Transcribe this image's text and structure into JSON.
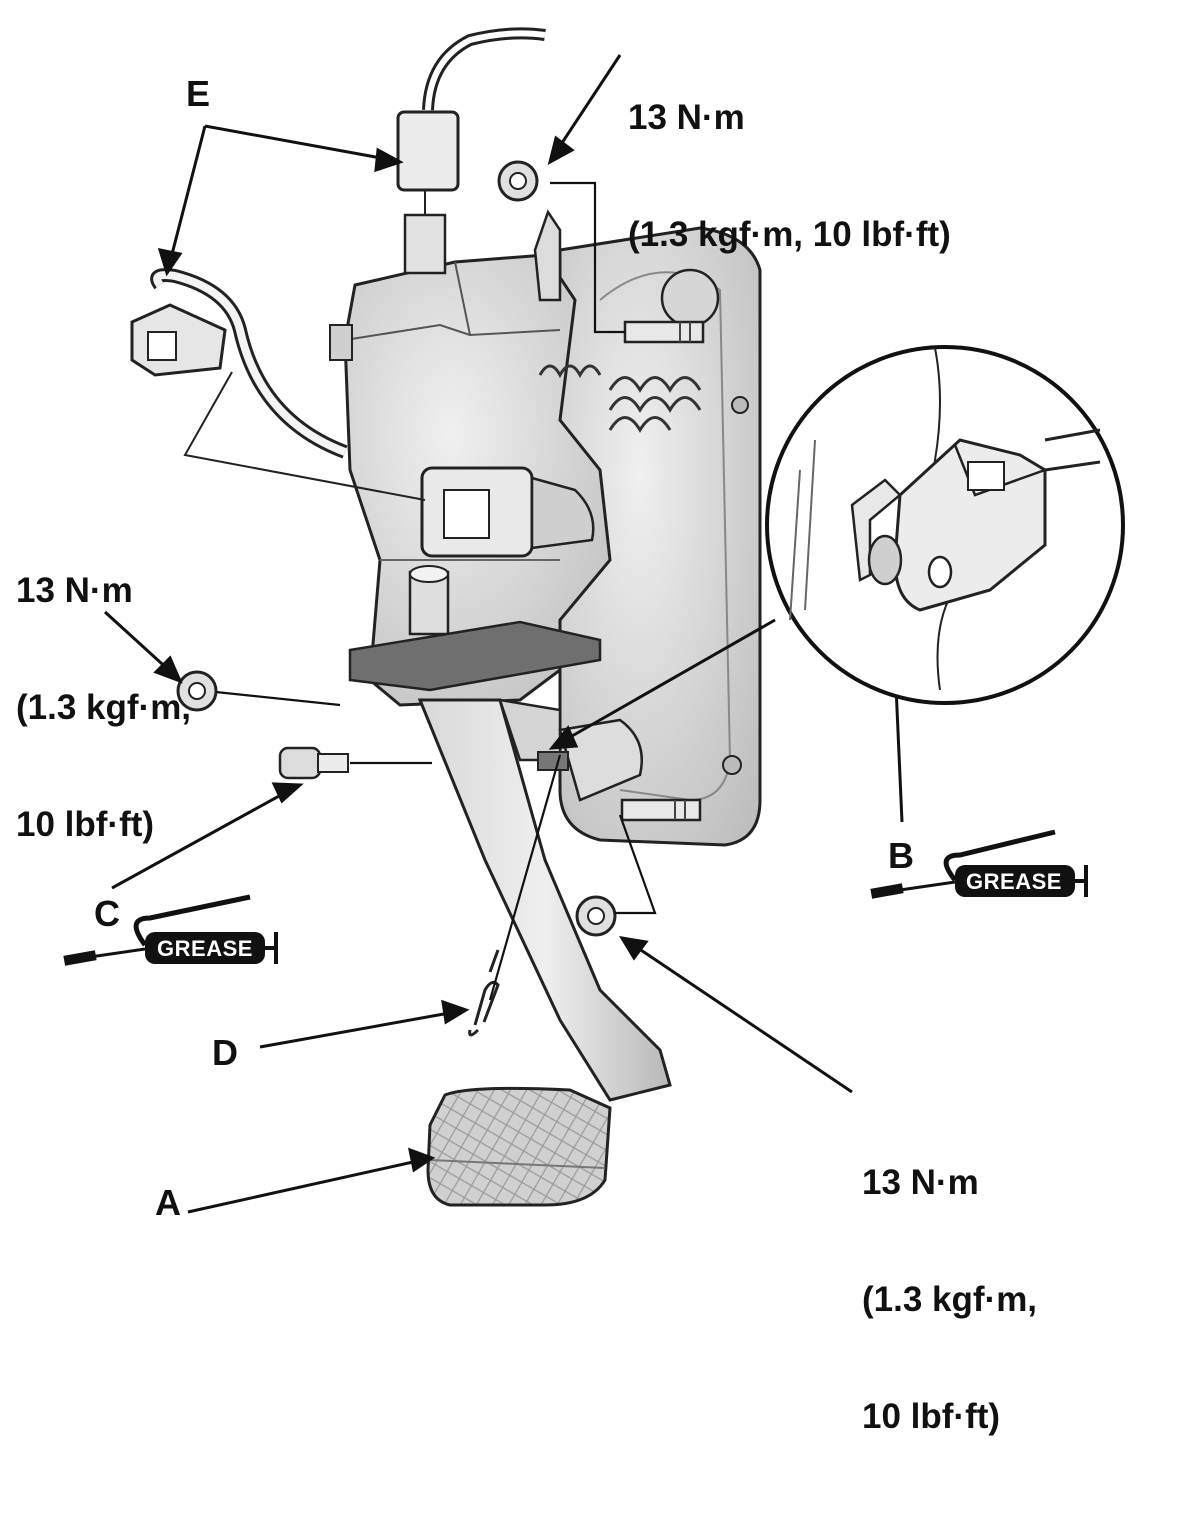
{
  "labels": {
    "A": "A",
    "B": "B",
    "C": "C",
    "D": "D",
    "E": "E"
  },
  "torque": {
    "top": [
      "13 N·m",
      "(1.3 kgf·m, 10 lbf·ft)"
    ],
    "left": [
      "13 N·m",
      "(1.3 kgf·m,",
      "10 lbf·ft)"
    ],
    "bottom_right": [
      "13 N·m",
      "(1.3 kgf·m,",
      "10 lbf·ft)"
    ]
  },
  "grease": {
    "text": "GREASE"
  },
  "colors": {
    "line": "#111111",
    "part_fill": "#e4e4e4",
    "part_shade": "#c4c4c4",
    "part_dark": "#8c8c8c",
    "background": "#ffffff"
  }
}
